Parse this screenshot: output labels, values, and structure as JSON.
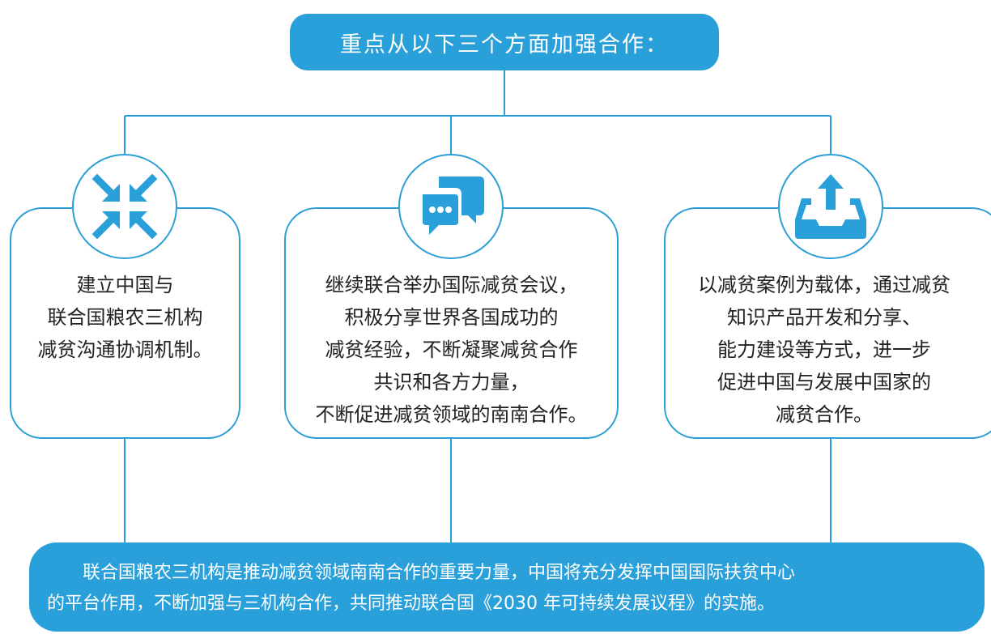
{
  "title": "重点从以下三个方面加强合作：",
  "cards": [
    {
      "icon": "compress-arrows-icon",
      "lines": [
        "建立中国与",
        "联合国粮农三机构",
        "减贫沟通协调机制。"
      ]
    },
    {
      "icon": "chat-bubbles-icon",
      "lines": [
        "继续联合举办国际减贫会议，",
        "积极分享世界各国成功的",
        "减贫经验，不断凝聚减贫合作",
        "共识和各方力量，",
        "不断促进减贫领域的南南合作。"
      ]
    },
    {
      "icon": "upload-tray-icon",
      "lines": [
        "以减贫案例为载体，通过减贫",
        "知识产品开发和分享、",
        "能力建设等方式，进一步",
        "促进中国与发展中国家的",
        "减贫合作。"
      ]
    }
  ],
  "summary": {
    "lines": [
      "联合国粮农三机构是推动减贫领域南南合作的重要力量，中国将充分发挥中国国际扶贫中心",
      "的平台作用，不断加强与三机构合作，共同推动联合国《2030 年可持续发展议程》的实施。"
    ]
  },
  "colors": {
    "accent": "#2aa0da",
    "line": "#2a9fd6",
    "text": "#222222"
  }
}
